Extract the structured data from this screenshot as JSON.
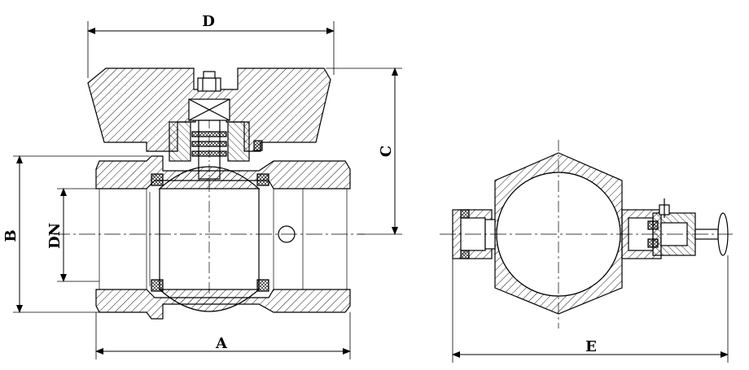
{
  "labels": {
    "D": "D",
    "C": "C",
    "B": "B",
    "DN": "DN",
    "A": "A",
    "E": "E"
  }
}
